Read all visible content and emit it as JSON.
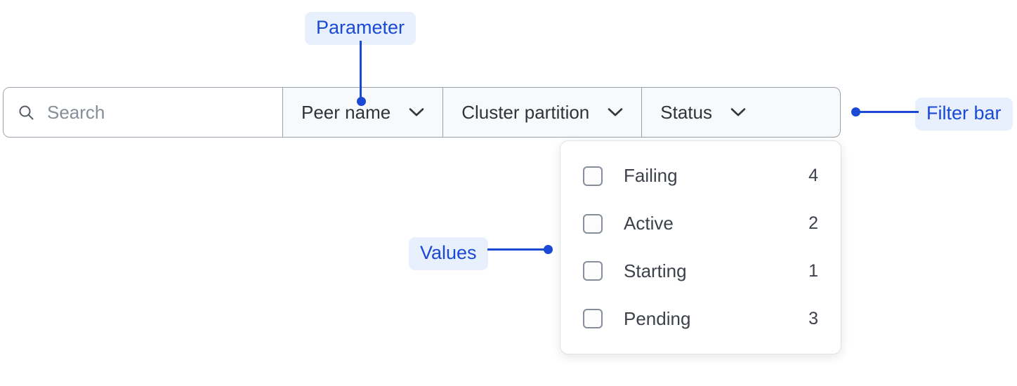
{
  "filter_bar": {
    "search": {
      "placeholder": "Search",
      "value": "",
      "icon": "search-icon"
    },
    "dropdowns": [
      {
        "label": "Peer name",
        "icon": "chevron-down-icon"
      },
      {
        "label": "Cluster partition",
        "icon": "chevron-down-icon"
      },
      {
        "label": "Status",
        "icon": "chevron-down-icon"
      }
    ]
  },
  "dropdown_panel": {
    "open_for": "Status",
    "options": [
      {
        "label": "Failing",
        "count": "4",
        "checked": false
      },
      {
        "label": "Active",
        "count": "2",
        "checked": false
      },
      {
        "label": "Starting",
        "count": "1",
        "checked": false
      },
      {
        "label": "Pending",
        "count": "3",
        "checked": false
      }
    ]
  },
  "annotations": {
    "parameter": "Parameter",
    "values": "Values",
    "filter_bar": "Filter bar"
  },
  "colors": {
    "annotation_text": "#1a49d6",
    "annotation_bg": "#e8f0fe",
    "border": "#9aa0ac",
    "cell_bg": "#f8f9fa",
    "text": "#3c414a",
    "placeholder": "#868e99"
  }
}
